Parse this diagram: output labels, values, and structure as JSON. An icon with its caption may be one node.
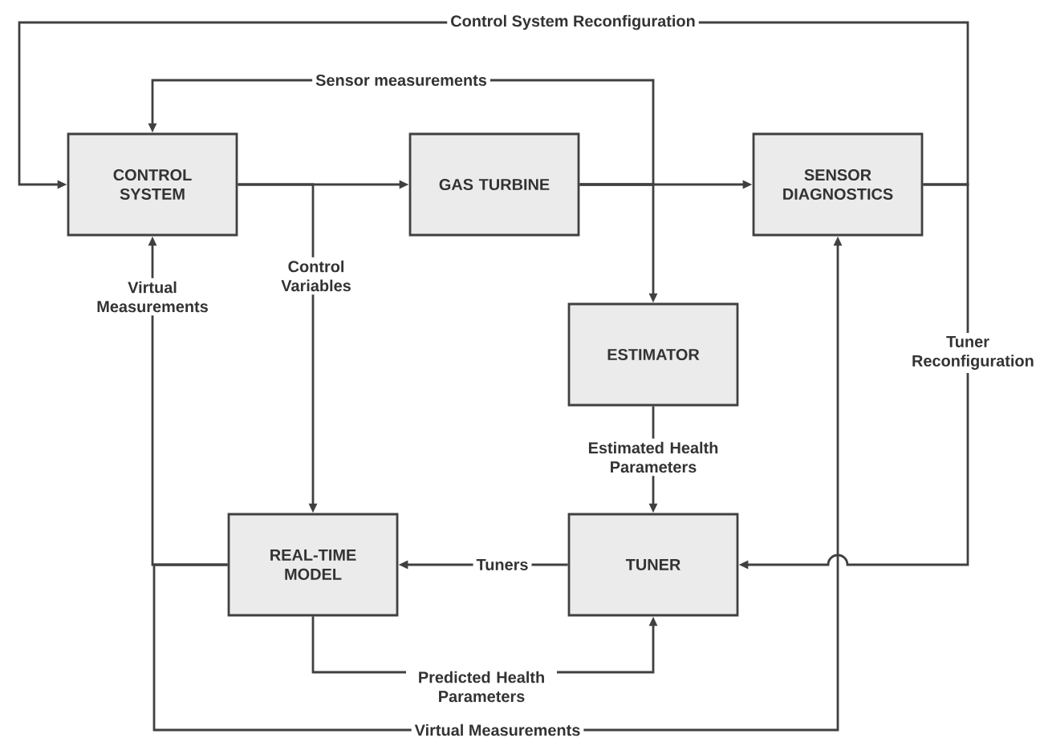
{
  "diagram": {
    "nodes": [
      {
        "text": [
          "CONTROL SYSTEM"
        ]
      },
      {
        "text": [
          "GAS TURBINE"
        ]
      },
      {
        "text": [
          "SENSOR DIAGNOSTICS"
        ]
      },
      {
        "text": [
          "ESTIMATOR"
        ]
      },
      {
        "text": [
          "REAL-TIME MODEL"
        ]
      },
      {
        "text": [
          "TUNER"
        ]
      }
    ],
    "edges": [
      {
        "from": 0,
        "to": 1,
        "arrow": "to"
      },
      {
        "from": 1,
        "to": 2,
        "arrow": "to"
      },
      {
        "from": 2,
        "to": 0,
        "arrow": "to",
        "label": "Control System Reconfiguration"
      },
      {
        "from": 1,
        "to": 0,
        "arrow": "to",
        "label": "Sensor measurements"
      },
      {
        "from": 1,
        "to": 3,
        "arrow": "to"
      },
      {
        "from": 0,
        "to": 4,
        "arrow": "to",
        "label": "Control Variables"
      },
      {
        "from": 4,
        "to": 0,
        "arrow": "to",
        "label": "Virtual Measurements"
      },
      {
        "from": 3,
        "to": 5,
        "arrow": "to",
        "label": "Estimated Health Parameters"
      },
      {
        "from": 5,
        "to": 4,
        "arrow": "to",
        "label": "Tuners"
      },
      {
        "from": 2,
        "to": 5,
        "arrow": "to",
        "label": "Tuner Reconfiguration"
      },
      {
        "from": 4,
        "to": 5,
        "arrow": "to",
        "label": "Predicted Health Parameters"
      },
      {
        "from": 4,
        "to": 2,
        "arrow": "to",
        "label": "Virtual Measurements"
      }
    ]
  }
}
